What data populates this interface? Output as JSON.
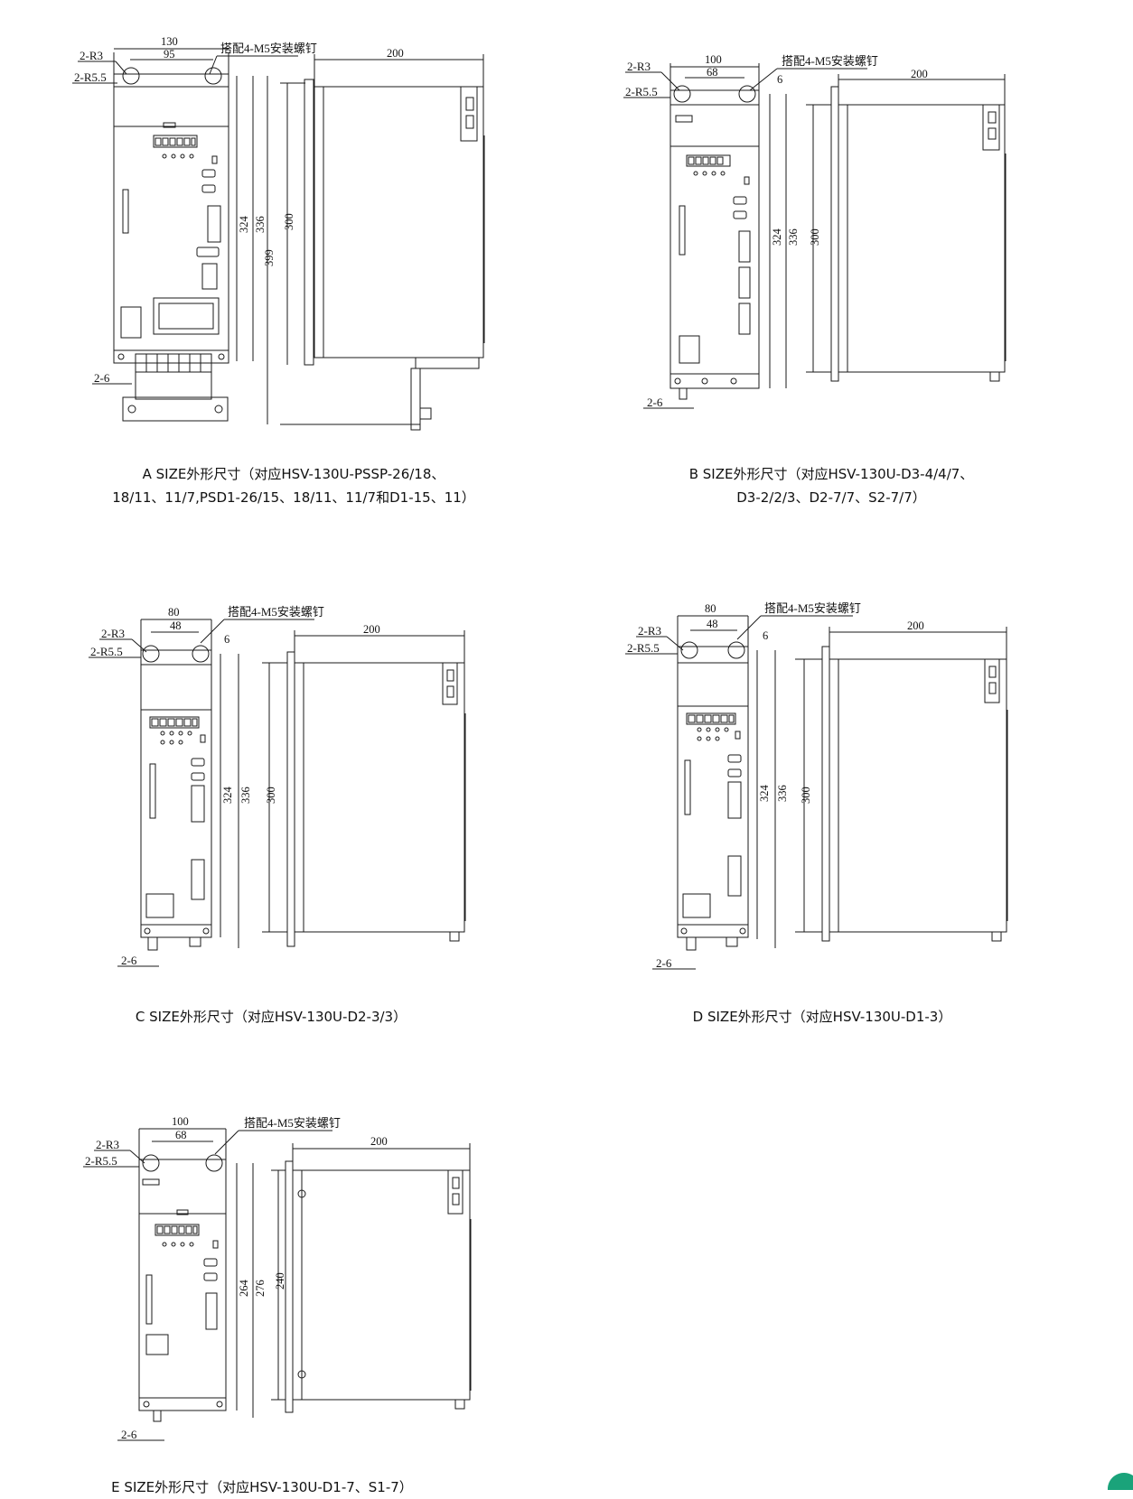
{
  "mount_note": "搭配4-M5安装螺钉",
  "views": {
    "a": {
      "caption_line1": "A SIZE外形尺寸（对应HSV-130U-PSSP-26/18、",
      "caption_line2": "18/11、11/7,PSD1-26/15、18/11、11/7和D1-15、11）",
      "width_outer": "130",
      "width_inner": "95",
      "h1": "324",
      "h2": "336",
      "h3": "399",
      "depth_h": "300",
      "depth_w": "200",
      "r3": "2-R3",
      "r55": "2-R5.5",
      "bottom": "2-6"
    },
    "b": {
      "caption_line1": "B SIZE外形尺寸（对应HSV-130U-D3-4/4/7、",
      "caption_line2": "D3-2/2/3、D2-7/7、S2-7/7）",
      "width_outer": "100",
      "width_inner": "68",
      "side": "6",
      "h1": "324",
      "h2": "336",
      "depth_h": "300",
      "depth_w": "200",
      "r3": "2-R3",
      "r55": "2-R5.5",
      "bottom": "2-6"
    },
    "c": {
      "caption_line1": "C SIZE外形尺寸（对应HSV-130U-D2-3/3）",
      "width_outer": "80",
      "width_inner": "48",
      "side": "6",
      "h1": "324",
      "h2": "336",
      "depth_h": "300",
      "depth_w": "200",
      "r3": "2-R3",
      "r55": "2-R5.5",
      "bottom": "2-6"
    },
    "d": {
      "caption_line1": "D SIZE外形尺寸（对应HSV-130U-D1-3）",
      "width_outer": "80",
      "width_inner": "48",
      "side": "6",
      "h1": "324",
      "h2": "336",
      "depth_h": "300",
      "depth_w": "200",
      "r3": "2-R3",
      "r55": "2-R5.5",
      "bottom": "2-6"
    },
    "e": {
      "caption_line1": "E SIZE外形尺寸（对应HSV-130U-D1-7、S1-7）",
      "width_outer": "100",
      "width_inner": "68",
      "h1": "264",
      "h2": "276",
      "depth_h": "240",
      "depth_w": "200",
      "r3": "2-R3",
      "r55": "2-R5.5",
      "bottom": "2-6"
    }
  },
  "colors": {
    "line": "#1a1a1a",
    "accent": "#1aa37a"
  }
}
